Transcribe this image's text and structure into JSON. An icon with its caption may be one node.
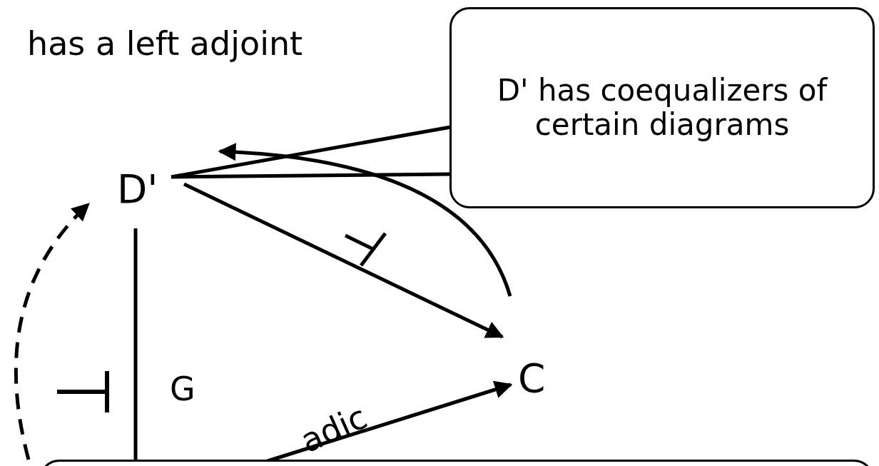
{
  "diagram": {
    "title": "has a left adjoint",
    "nodes": [
      {
        "text": [
          "D'"
        ]
      },
      {
        "text": [
          "C"
        ]
      },
      {
        "text": [
          "D' has coequalizers of certain diagrams"
        ]
      },
      {
        "text": [],
        "shape": "box"
      }
    ],
    "edges": [
      {
        "from": 0,
        "to": 1,
        "arrow": "to"
      },
      {
        "from": 1,
        "to": 0,
        "arrow": "to"
      },
      {
        "from": 2,
        "to": 0,
        "arrow": "none"
      },
      {
        "from": 0,
        "to": 3,
        "arrow": "none",
        "label": "G"
      },
      {
        "from": 3,
        "to": 0,
        "arrow": "to",
        "style": "dashed"
      },
      {
        "from": 3,
        "to": 1,
        "arrow": "to",
        "label": "adic"
      }
    ]
  }
}
